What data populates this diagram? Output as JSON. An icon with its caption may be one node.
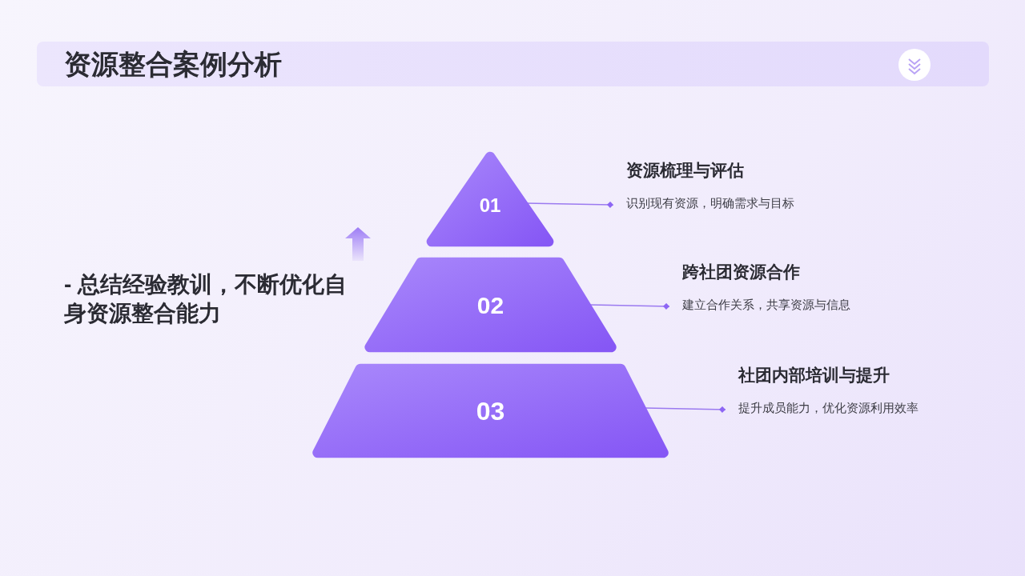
{
  "diagram": {
    "title": "资源整合案例分析",
    "nodes": [
      {
        "text": [
          "01"
        ]
      },
      {
        "text": [
          "02"
        ]
      },
      {
        "text": [
          "03"
        ]
      },
      {
        "text": [
          "资源梳理与评估",
          "识别现有资源，明确需求与目标"
        ]
      },
      {
        "text": [
          "跨社团资源合作",
          "建立合作关系，共享资源与信息"
        ]
      },
      {
        "text": [
          "社团内部培训与提升",
          "提升成员能力，优化资源利用效率"
        ]
      }
    ],
    "edges": [
      {
        "from": 0,
        "to": 3,
        "arrow": "other"
      },
      {
        "from": 1,
        "to": 4,
        "arrow": "other"
      },
      {
        "from": 2,
        "to": 5,
        "arrow": "other"
      }
    ],
    "labels": [
      "- 总结经验教训，不断优化自身资源整合能力"
    ]
  }
}
